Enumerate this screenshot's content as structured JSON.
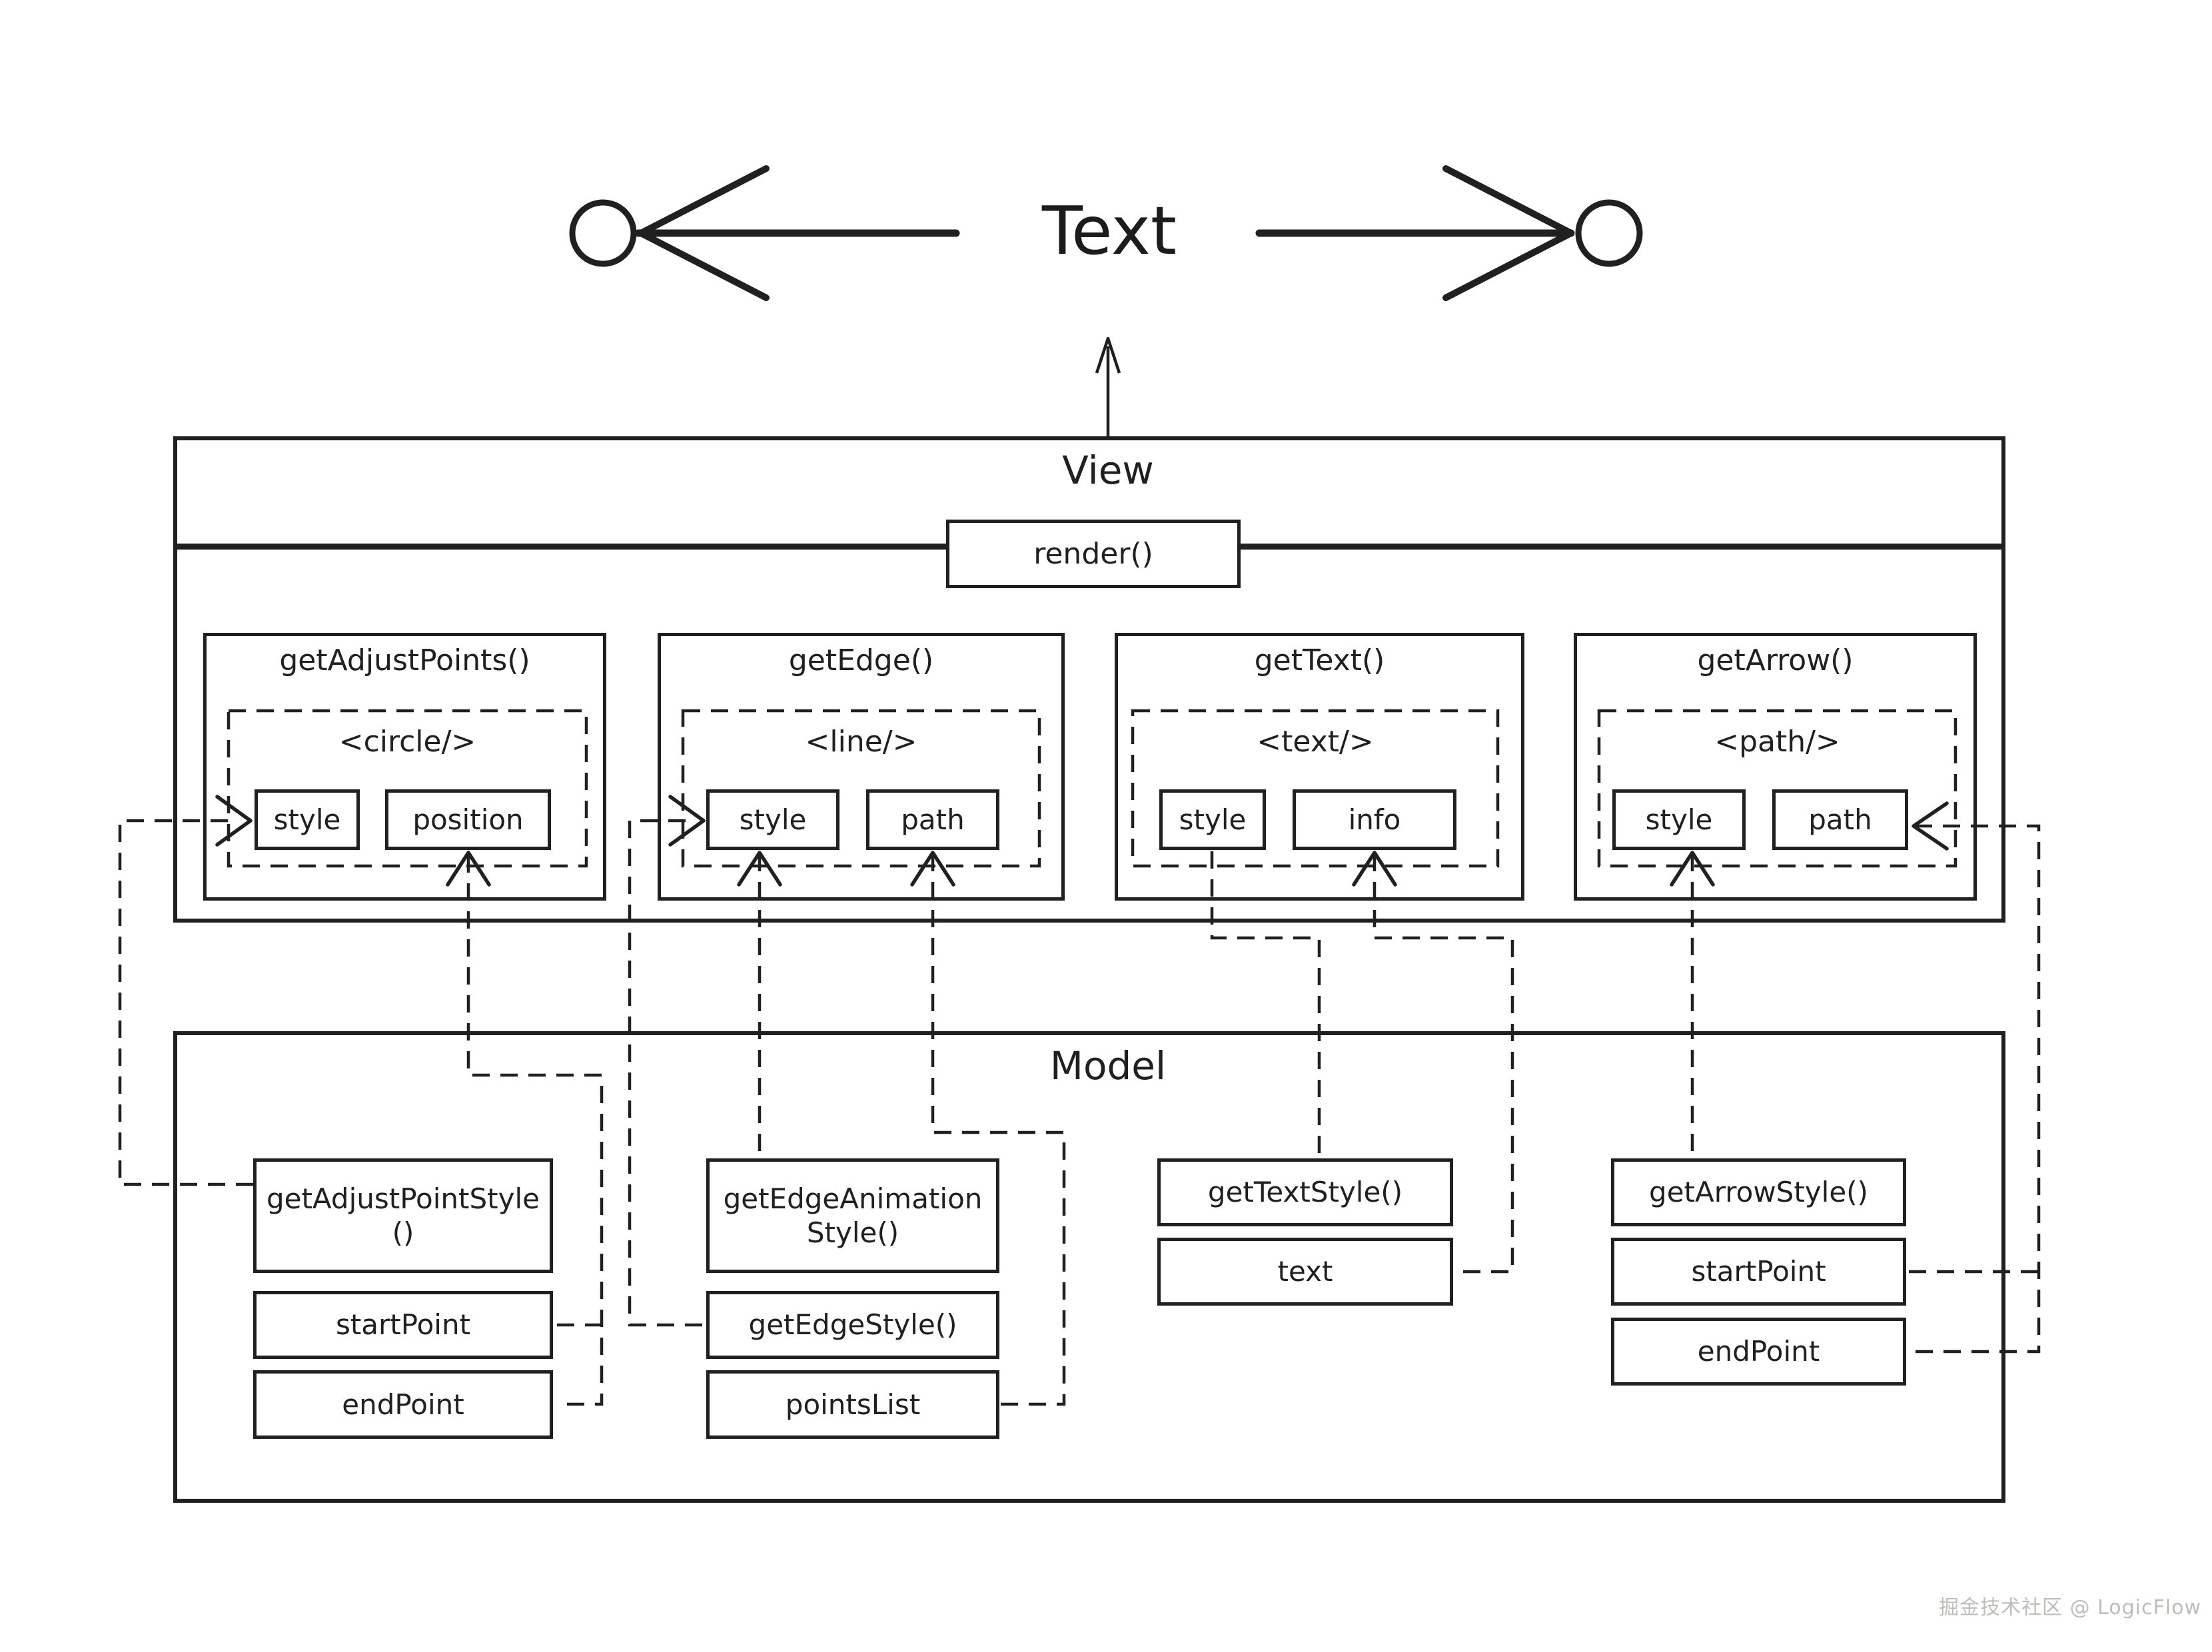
{
  "colors": {
    "ink": "#202020",
    "background": "#ffffff",
    "watermark_gray": "#bdbdba"
  },
  "edge_preview": {
    "label": "Text"
  },
  "view": {
    "title": "View",
    "render_label": "render()",
    "sections": [
      {
        "title": "getAdjustPoints()",
        "tag": "<circle/>",
        "attrs": [
          "style",
          "position"
        ]
      },
      {
        "title": "getEdge()",
        "tag": "<line/>",
        "attrs": [
          "style",
          "path"
        ]
      },
      {
        "title": "getText()",
        "tag": "<text/>",
        "attrs": [
          "style",
          "info"
        ]
      },
      {
        "title": "getArrow()",
        "tag": "<path/>",
        "attrs": [
          "style",
          "path"
        ]
      }
    ]
  },
  "model": {
    "title": "Model",
    "columns": [
      {
        "items": [
          "getAdjustPointStyle()",
          "startPoint",
          "endPoint"
        ]
      },
      {
        "items": [
          "getEdgeAnimationStyle()",
          "getEdgeStyle()",
          "pointsList"
        ]
      },
      {
        "items": [
          "getTextStyle()",
          "text"
        ]
      },
      {
        "items": [
          "getArrowStyle()",
          "startPoint",
          "endPoint"
        ]
      }
    ]
  },
  "connections": [
    {
      "from": "View.render()",
      "to": "edge preview (Text)"
    },
    {
      "from": "Model.getAdjustPointStyle()",
      "to": "getAdjustPoints() <circle/> style"
    },
    {
      "from": "Model.startPoint (adjust)",
      "to": "getAdjustPoints() <circle/> position"
    },
    {
      "from": "Model.endPoint (adjust)",
      "to": "getAdjustPoints() <circle/> position"
    },
    {
      "from": "Model.getEdgeStyle()",
      "to": "getEdge() <line/> style"
    },
    {
      "from": "Model.getEdgeAnimationStyle()",
      "to": "getEdge() <line/> style"
    },
    {
      "from": "Model.pointsList",
      "to": "getEdge() <line/> path"
    },
    {
      "from": "Model.getTextStyle()",
      "to": "getText() <text/> style"
    },
    {
      "from": "Model.text",
      "to": "getText() <text/> info"
    },
    {
      "from": "Model.getArrowStyle()",
      "to": "getArrow() <path/> style"
    },
    {
      "from": "Model.startPoint (arrow)",
      "to": "getArrow() <path/> path"
    },
    {
      "from": "Model.endPoint (arrow)",
      "to": "getArrow() <path/> path"
    }
  ],
  "watermark": "掘金技术社区 @ LogicFlow"
}
